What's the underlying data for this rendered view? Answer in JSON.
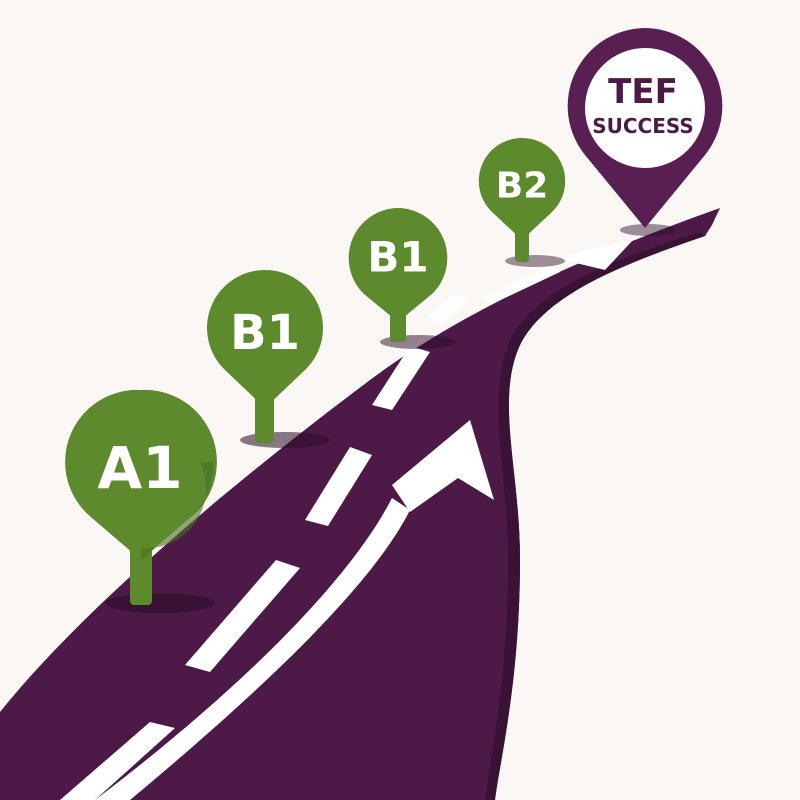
{
  "milestones": [
    {
      "label": "A1"
    },
    {
      "label": "B1"
    },
    {
      "label": "B1"
    },
    {
      "label": "B2"
    }
  ],
  "goal": {
    "line1": "TEF",
    "line2": "SUCCESS"
  },
  "colors": {
    "background": "#faf7f4",
    "road": "#4d1a47",
    "road_shadow": "#3a1235",
    "pin_green": "#5e8a2e",
    "pin_green_dark": "#4a6f22",
    "goal_pin": "#5a1f52",
    "marking": "#ffffff"
  }
}
